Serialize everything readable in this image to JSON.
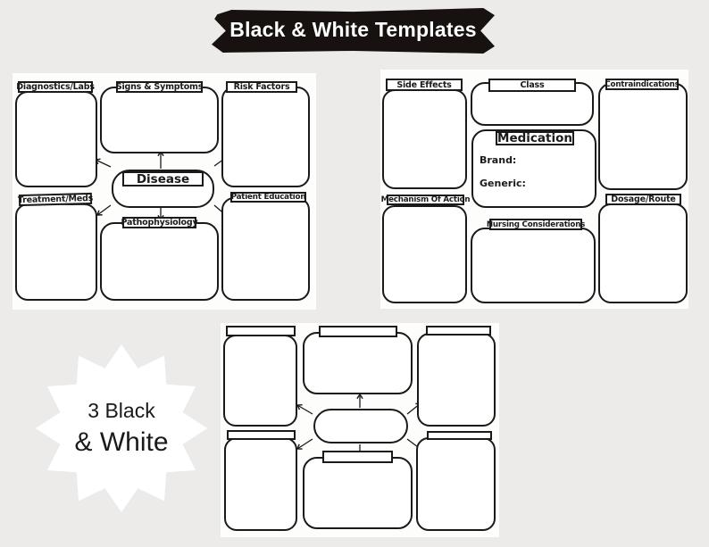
{
  "header": {
    "title": "Black & White Templates"
  },
  "badge": {
    "line1": "3 Black",
    "line2": "& White"
  },
  "colors": {
    "background": "#ecebea",
    "paper": "#fdfdfc",
    "ink": "#1a1a1a",
    "banner_bg": "#17120f",
    "banner_text": "#ffffff"
  },
  "disease_template": {
    "center": "Disease",
    "diagnostics": "Diagnostics/Labs",
    "signs": "Signs & Symptoms",
    "risk": "Risk Factors",
    "treatment": "Treatment/Meds",
    "pathophysiology": "Pathophysiology",
    "education": "Patient Education"
  },
  "medication_template": {
    "center": "Medication",
    "brand": "Brand:",
    "generic": "Generic:",
    "side_effects": "Side Effects",
    "drug_class": "Class",
    "contraindications": "Contraindications",
    "mechanism": "Mechanism Of Action",
    "nursing": "Nursing Considerations",
    "dosage": "Dosage/Route"
  }
}
